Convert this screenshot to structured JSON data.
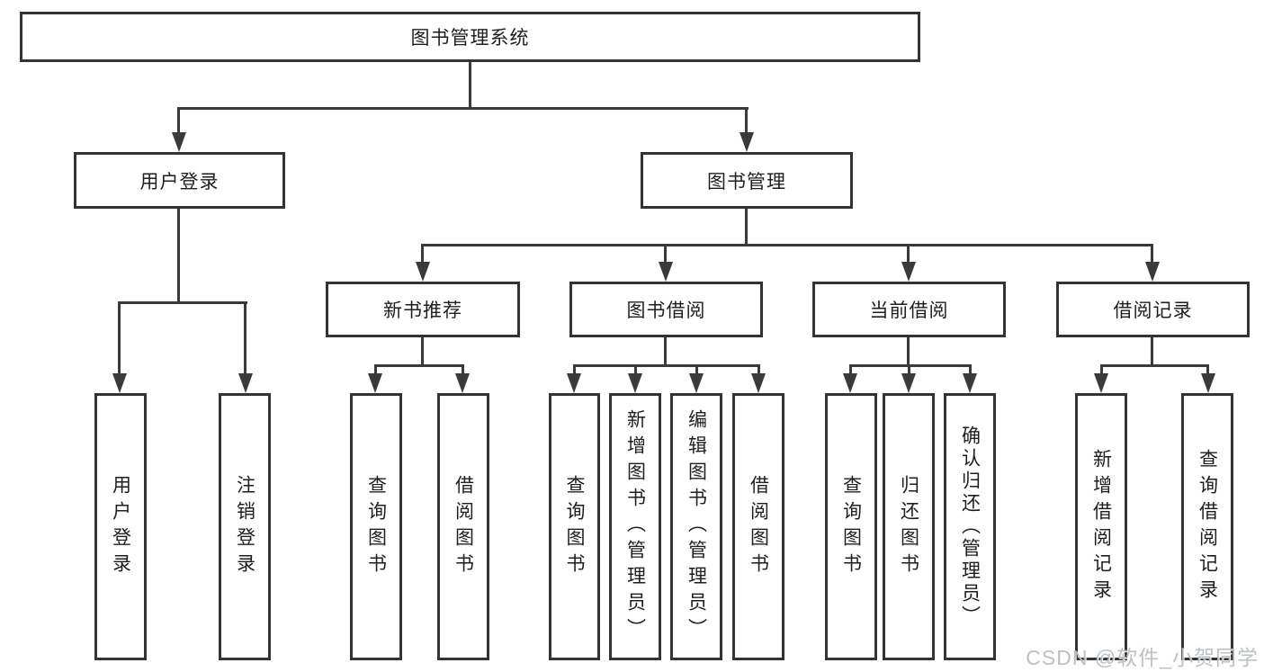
{
  "diagram": {
    "root": "图书管理系统",
    "branches": [
      {
        "label": "用户登录",
        "children": [
          "用户登录",
          "注销登录"
        ]
      },
      {
        "label": "图书管理",
        "children": [
          {
            "label": "新书推荐",
            "children": [
              "查询图书",
              "借阅图书"
            ]
          },
          {
            "label": "图书借阅",
            "children": [
              "查询图书",
              "新增图书（管理员）",
              "编辑图书（管理员）",
              "借阅图书"
            ]
          },
          {
            "label": "当前借阅",
            "children": [
              "查询图书",
              "归还图书",
              "确认归还（管理员）"
            ]
          },
          {
            "label": "借阅记录",
            "children": [
              "新增借阅记录",
              "查询借阅记录"
            ]
          }
        ]
      }
    ],
    "colors": {
      "line": "#3a3a3a",
      "border": "#333333",
      "text": "#1e1e1e",
      "watermark": "#b7bbbf"
    }
  },
  "watermark": {
    "text": "CSDN @软件_小贺同学"
  }
}
